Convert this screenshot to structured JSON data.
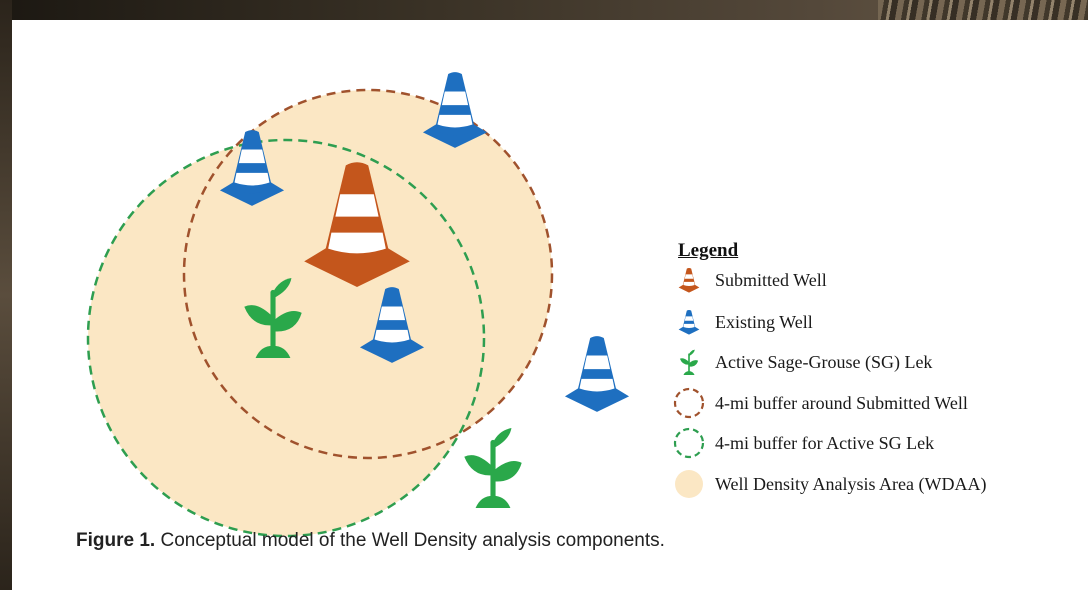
{
  "legend": {
    "title": "Legend",
    "items": [
      {
        "icon": "orange-cone-icon",
        "label": "Submitted Well"
      },
      {
        "icon": "blue-cone-icon",
        "label": "Existing Well"
      },
      {
        "icon": "green-sprout-icon",
        "label": "Active Sage-Grouse (SG) Lek"
      },
      {
        "icon": "orange-dashed-circle-icon",
        "label": "4-mi buffer around Submitted Well"
      },
      {
        "icon": "green-dashed-circle-icon",
        "label": "4-mi buffer for Active SG Lek"
      },
      {
        "icon": "beige-area-icon",
        "label": "Well Density Analysis Area (WDAA)"
      }
    ]
  },
  "caption": {
    "label": "Figure 1.",
    "text": " Conceptual model of the Well Density analysis components."
  },
  "colors": {
    "submitted_well": "#c4561c",
    "existing_well": "#1e6fc0",
    "lek": "#2aa84a",
    "submitted_buffer": "#a0522d",
    "lek_buffer": "#2e9e50",
    "wdaa_fill": "#fbe7c4"
  }
}
